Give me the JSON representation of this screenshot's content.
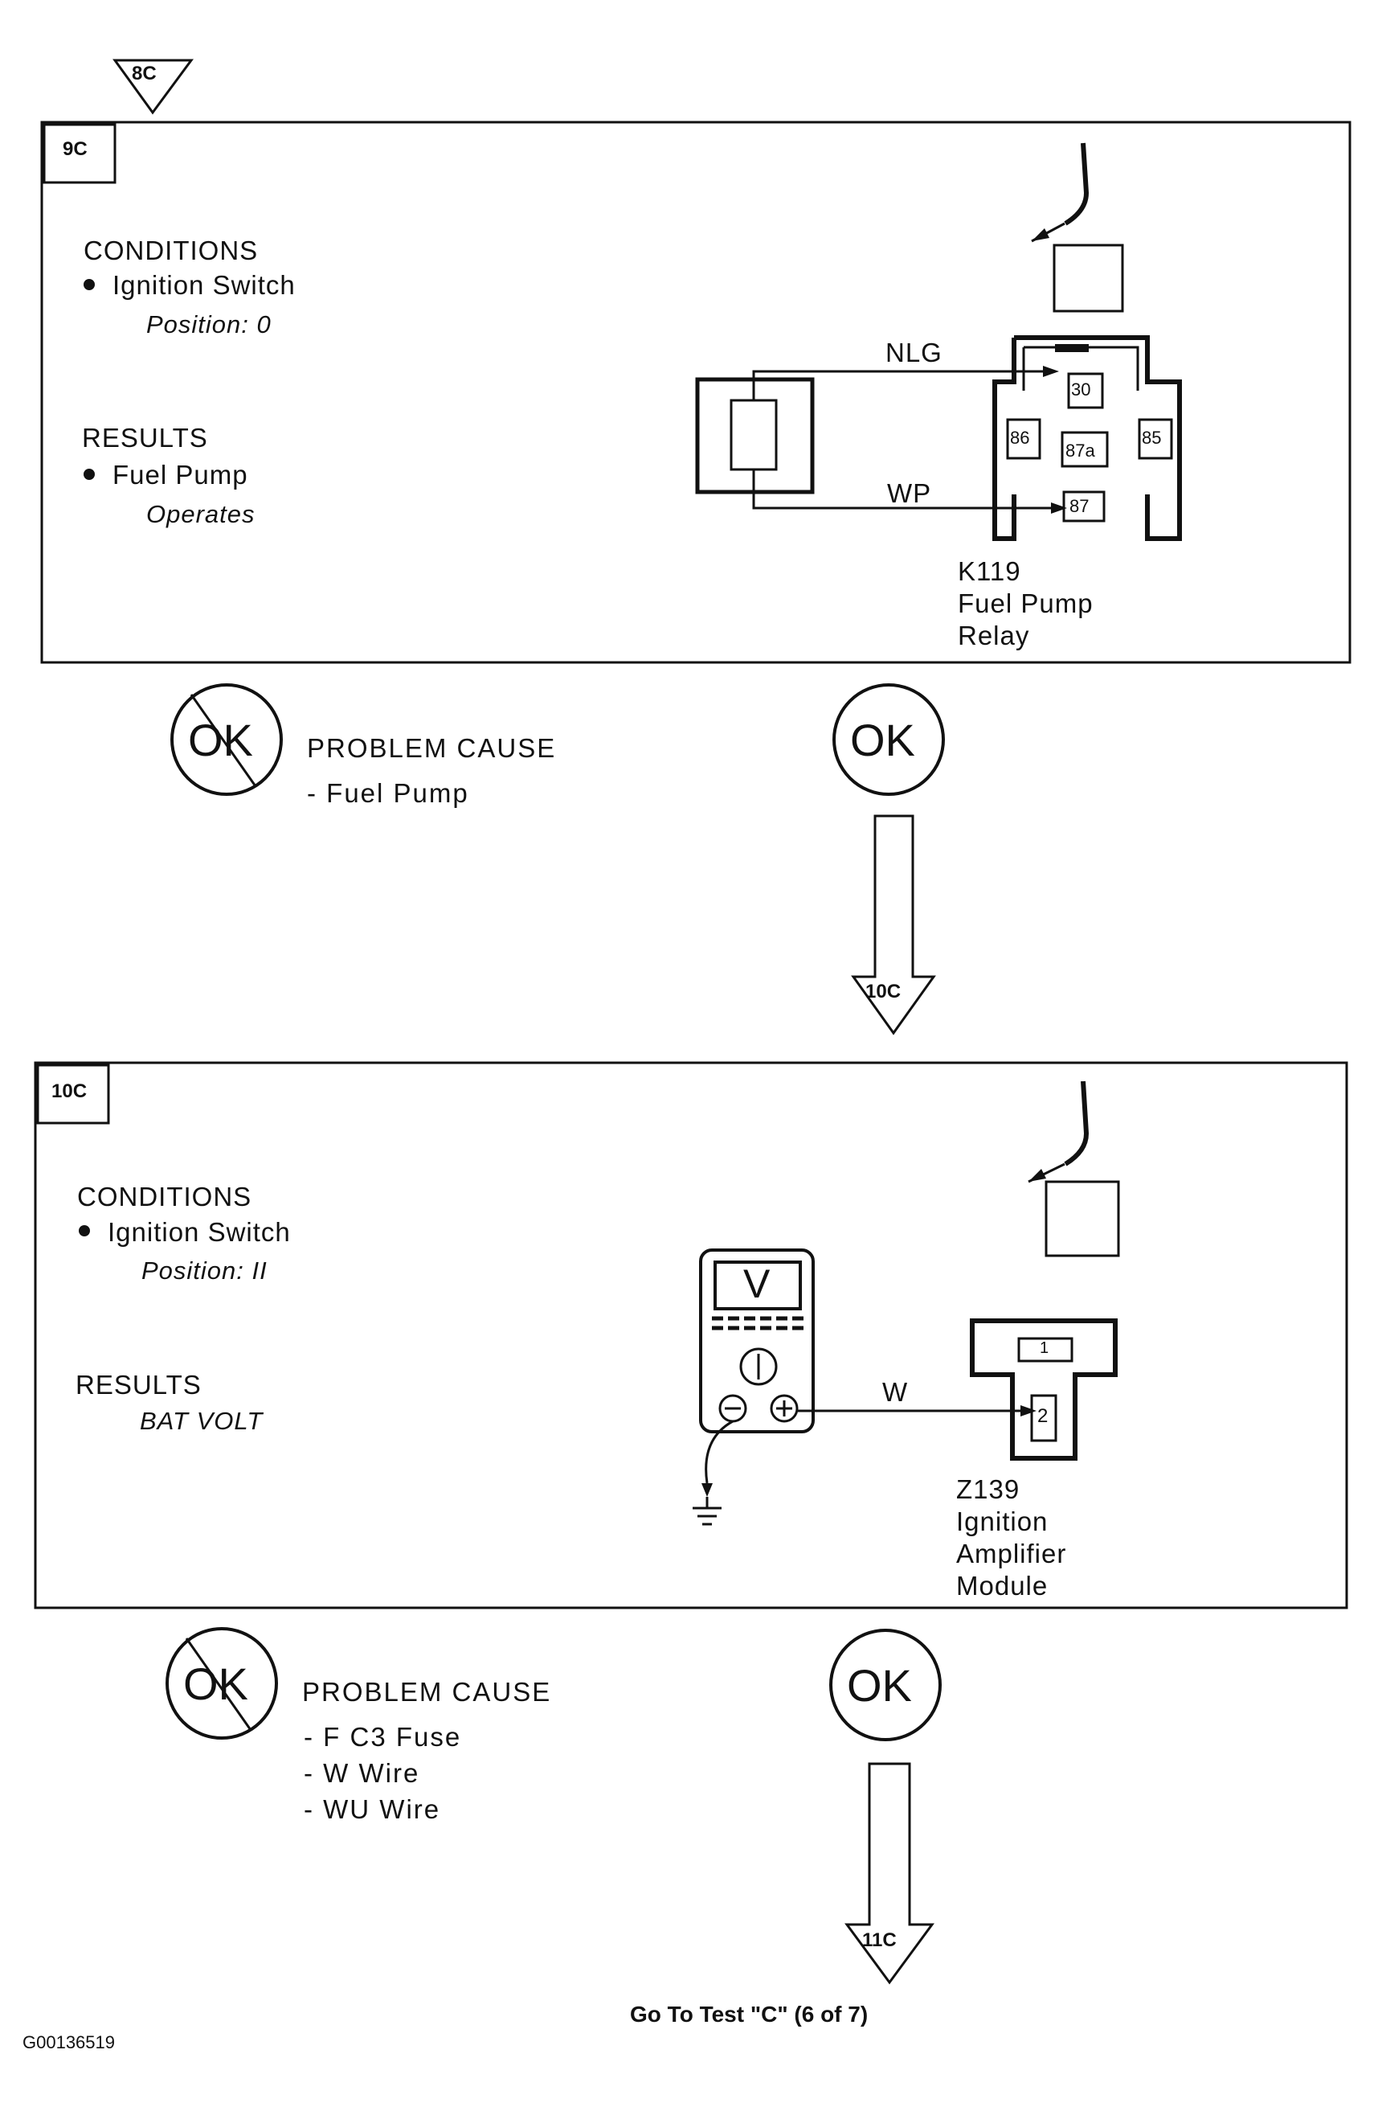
{
  "entry_marker": "8C",
  "steps": [
    {
      "id": "9C",
      "conditions_heading": "CONDITIONS",
      "condition_item": "Ignition Switch",
      "condition_value": "Position: 0",
      "results_heading": "RESULTS",
      "result_item": "Fuel Pump",
      "result_value": "Operates",
      "wire_top": "NLG",
      "wire_bottom": "WP",
      "pins": [
        "30",
        "86",
        "87a",
        "85",
        "87"
      ],
      "component_code": "K119",
      "component_name_1": "Fuel Pump",
      "component_name_2": "Relay",
      "not_ok_symbol": "OK",
      "problem_heading": "PROBLEM CAUSE",
      "causes": [
        "-  Fuel Pump"
      ],
      "ok_symbol": "OK",
      "next_marker": "10C"
    },
    {
      "id": "10C",
      "conditions_heading": "CONDITIONS",
      "condition_item": "Ignition Switch",
      "condition_value": "Position: II",
      "results_heading": "RESULTS",
      "result_value": "BAT VOLT",
      "meter_label": "V",
      "wire_label": "W",
      "pins": [
        "1",
        "2"
      ],
      "component_code": "Z139",
      "component_name_1": "Ignition",
      "component_name_2": "Amplifier",
      "component_name_3": "Module",
      "not_ok_symbol": "OK",
      "problem_heading": "PROBLEM CAUSE",
      "causes": [
        "-  F C3  Fuse",
        "-  W  Wire",
        "-  WU  Wire"
      ],
      "ok_symbol": "OK",
      "next_marker": "11C"
    }
  ],
  "footer": "Go To Test \"C\" (6 of 7)",
  "figure_id": "G00136519"
}
